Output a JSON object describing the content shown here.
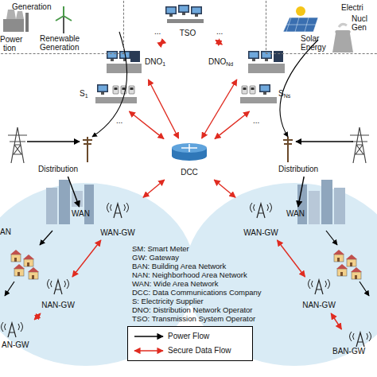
{
  "diagram": {
    "nodes": [
      {
        "text": [
          "Generation"
        ]
      },
      {
        "text": [
          "Electri"
        ]
      },
      {
        "text": [
          "TSO"
        ]
      },
      {
        "text": [
          "DNO1"
        ]
      },
      {
        "text": [
          "DNONd"
        ]
      },
      {
        "text": [
          "S1"
        ]
      },
      {
        "text": [
          "SNs"
        ]
      },
      {
        "text": [
          "DCC"
        ]
      },
      {
        "text": [
          "Distribution"
        ]
      },
      {
        "text": [
          "Distribution"
        ]
      },
      {
        "text": [
          "WAN"
        ]
      },
      {
        "text": [
          "WAN-GW"
        ]
      },
      {
        "text": [
          "NAN-GW"
        ]
      },
      {
        "text": [
          "AN-GW"
        ]
      },
      {
        "text": [
          "WAN"
        ]
      },
      {
        "text": [
          "WAN-GW"
        ]
      },
      {
        "text": [
          "NAN-GW"
        ]
      },
      {
        "text": [
          "BAN-GW"
        ]
      }
    ],
    "edges": [
      {
        "from": 2,
        "to": 3,
        "arrow": "both"
      },
      {
        "from": 2,
        "to": 4,
        "arrow": "both"
      },
      {
        "from": 3,
        "to": 7,
        "arrow": "both"
      },
      {
        "from": 4,
        "to": 7,
        "arrow": "both"
      },
      {
        "from": 5,
        "to": 7,
        "arrow": "both"
      },
      {
        "from": 6,
        "to": 7,
        "arrow": "both"
      },
      {
        "from": 7,
        "to": 11,
        "arrow": "both"
      },
      {
        "from": 7,
        "to": 15,
        "arrow": "both"
      },
      {
        "from": 11,
        "to": 12,
        "arrow": "both"
      },
      {
        "from": 12,
        "to": 13,
        "arrow": "both"
      },
      {
        "from": 15,
        "to": 16,
        "arrow": "both"
      },
      {
        "from": 16,
        "to": 17,
        "arrow": "both"
      },
      {
        "from": 8,
        "to": 10,
        "arrow": "to"
      },
      {
        "from": 9,
        "to": 14,
        "arrow": "to"
      }
    ],
    "labels": [
      "Power",
      "tion",
      "Renewable Generation",
      "Solar Energy",
      "Nucl",
      "Gen",
      "...",
      "...",
      "...",
      "...",
      "AN",
      "SM: Smart Meter",
      "GW: Gateway",
      "BAN: Building Area Network",
      "NAN: Neighborhood Area Network",
      "WAN: Wide Area Network",
      "DCC: Data Communications Company",
      "S: Electricity Supplier",
      "DNO: Distribution Network Operator",
      "TSO: Transmission System Operator"
    ],
    "legend": [
      {
        "text": "Power Flow"
      },
      {
        "text": "Secure Data Flow"
      }
    ]
  }
}
